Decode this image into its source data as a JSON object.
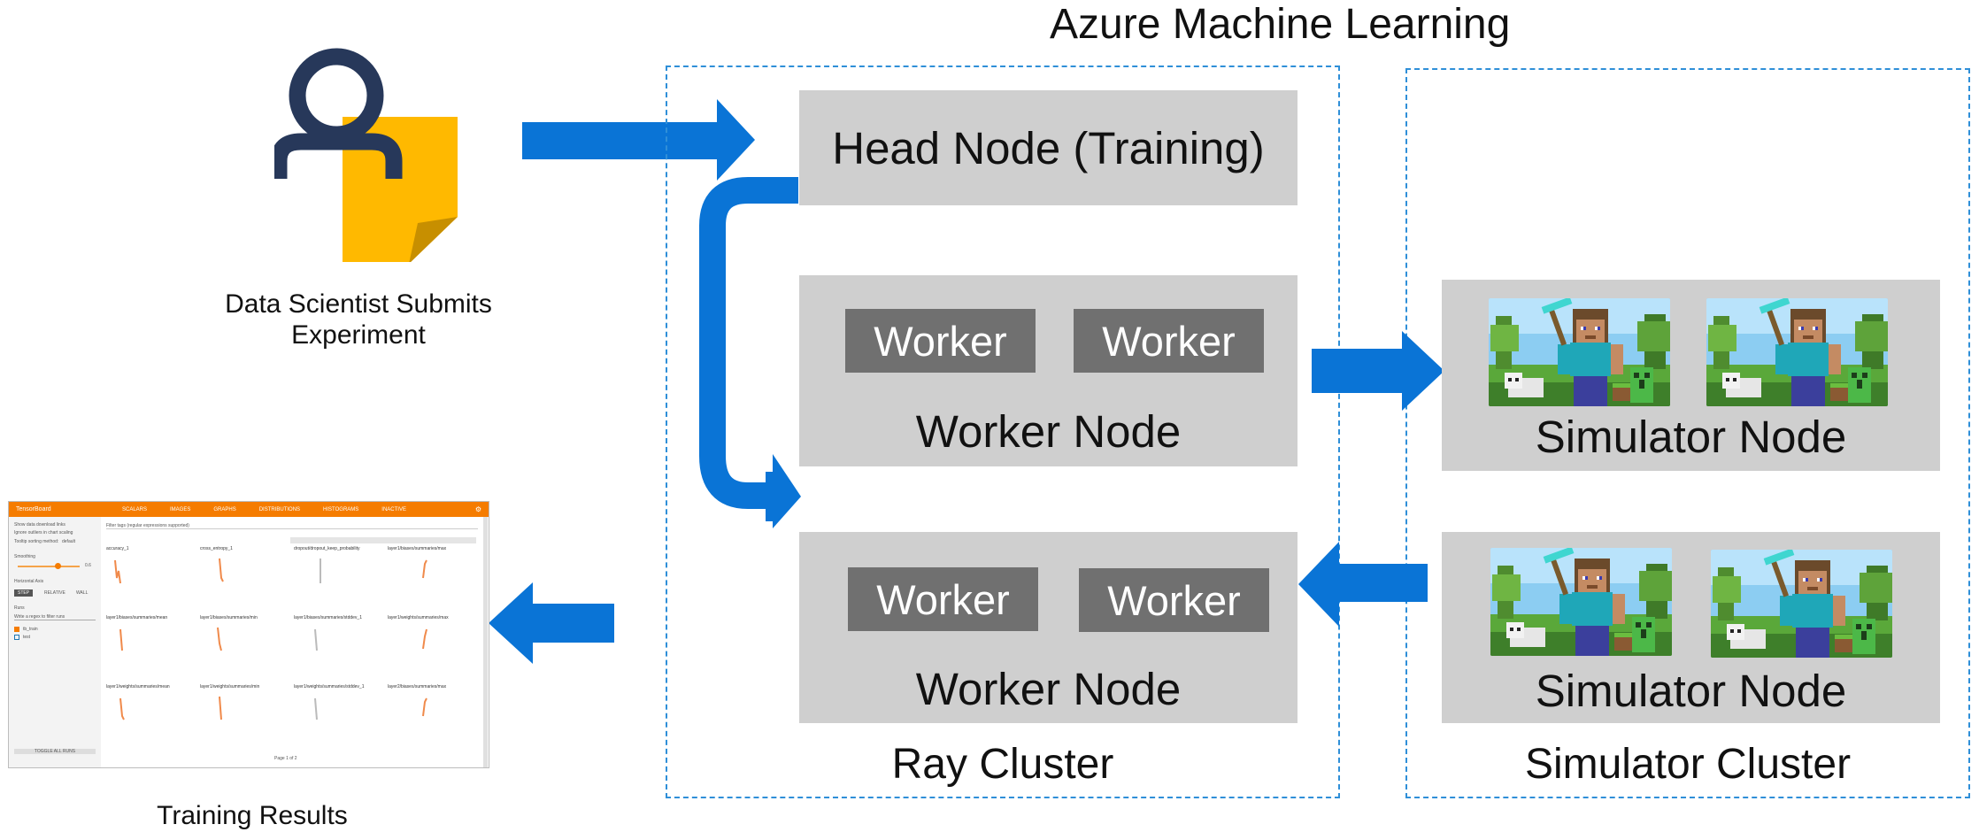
{
  "title": "Azure Machine Learning",
  "scientist": {
    "caption_line1": "Data Scientist Submits",
    "caption_line2": "Experiment",
    "icon": "person-document-icon",
    "colors": {
      "person": "#27385a",
      "document": "#ffb900"
    }
  },
  "training_results": {
    "caption": "Training Results",
    "app": {
      "brand": "TensorBoard",
      "tabs": [
        "SCALARS",
        "IMAGES",
        "GRAPHS",
        "DISTRIBUTIONS",
        "HISTOGRAMS",
        "INACTIVE"
      ],
      "sidebar": {
        "options": [
          "Show data download links",
          "Ignore outliers in chart scaling"
        ],
        "tooltip_label": "Tooltip sorting method:",
        "tooltip_value": "default",
        "smoothing_label": "Smoothing",
        "smoothing_value": "0.6",
        "horizontal_axis_label": "Horizontal Axis",
        "horizontal_axis_options": [
          "STEP",
          "RELATIVE",
          "WALL"
        ],
        "runs_label": "Runs",
        "runs_filter_placeholder": "Write a regex to filter runs",
        "runs": [
          "tb_train",
          "test"
        ],
        "toggle_all": "TOGGLE ALL RUNS"
      },
      "search_placeholder": "Filter tags (regular expressions supported)",
      "pagination": "Page 1 of 2",
      "card_titles": [
        "accuracy_1",
        "cross_entropy_1",
        "dropout/dropout_keep_probability",
        "layer1/biases/summaries/max",
        "layer1/biases/summaries/mean",
        "layer1/biases/summaries/min",
        "layer1/biases/summaries/stddev_1",
        "layer1/weights/summaries/max",
        "layer1/weights/summaries/mean",
        "layer1/weights/summaries/min",
        "layer1/weights/summaries/stddev_1",
        "layer2/biases/summaries/max"
      ]
    }
  },
  "ray_cluster": {
    "label": "Ray Cluster",
    "head_node": "Head Node (Training)",
    "worker_nodes": [
      {
        "label": "Worker Node",
        "workers": [
          "Worker",
          "Worker"
        ]
      },
      {
        "label": "Worker Node",
        "workers": [
          "Worker",
          "Worker"
        ]
      }
    ]
  },
  "simulator_cluster": {
    "label": "Simulator Cluster",
    "nodes": [
      {
        "label": "Simulator Node",
        "images": [
          "minecraft-scene-image",
          "minecraft-scene-image"
        ]
      },
      {
        "label": "Simulator Node",
        "images": [
          "minecraft-scene-image",
          "minecraft-scene-image"
        ]
      }
    ]
  },
  "colors": {
    "arrow": "#0a74d6",
    "node_bg": "#cfcfcf",
    "worker_bg": "#707070",
    "dashed_border": "#2f8fd8",
    "tensorboard_bar": "#f57c00"
  }
}
